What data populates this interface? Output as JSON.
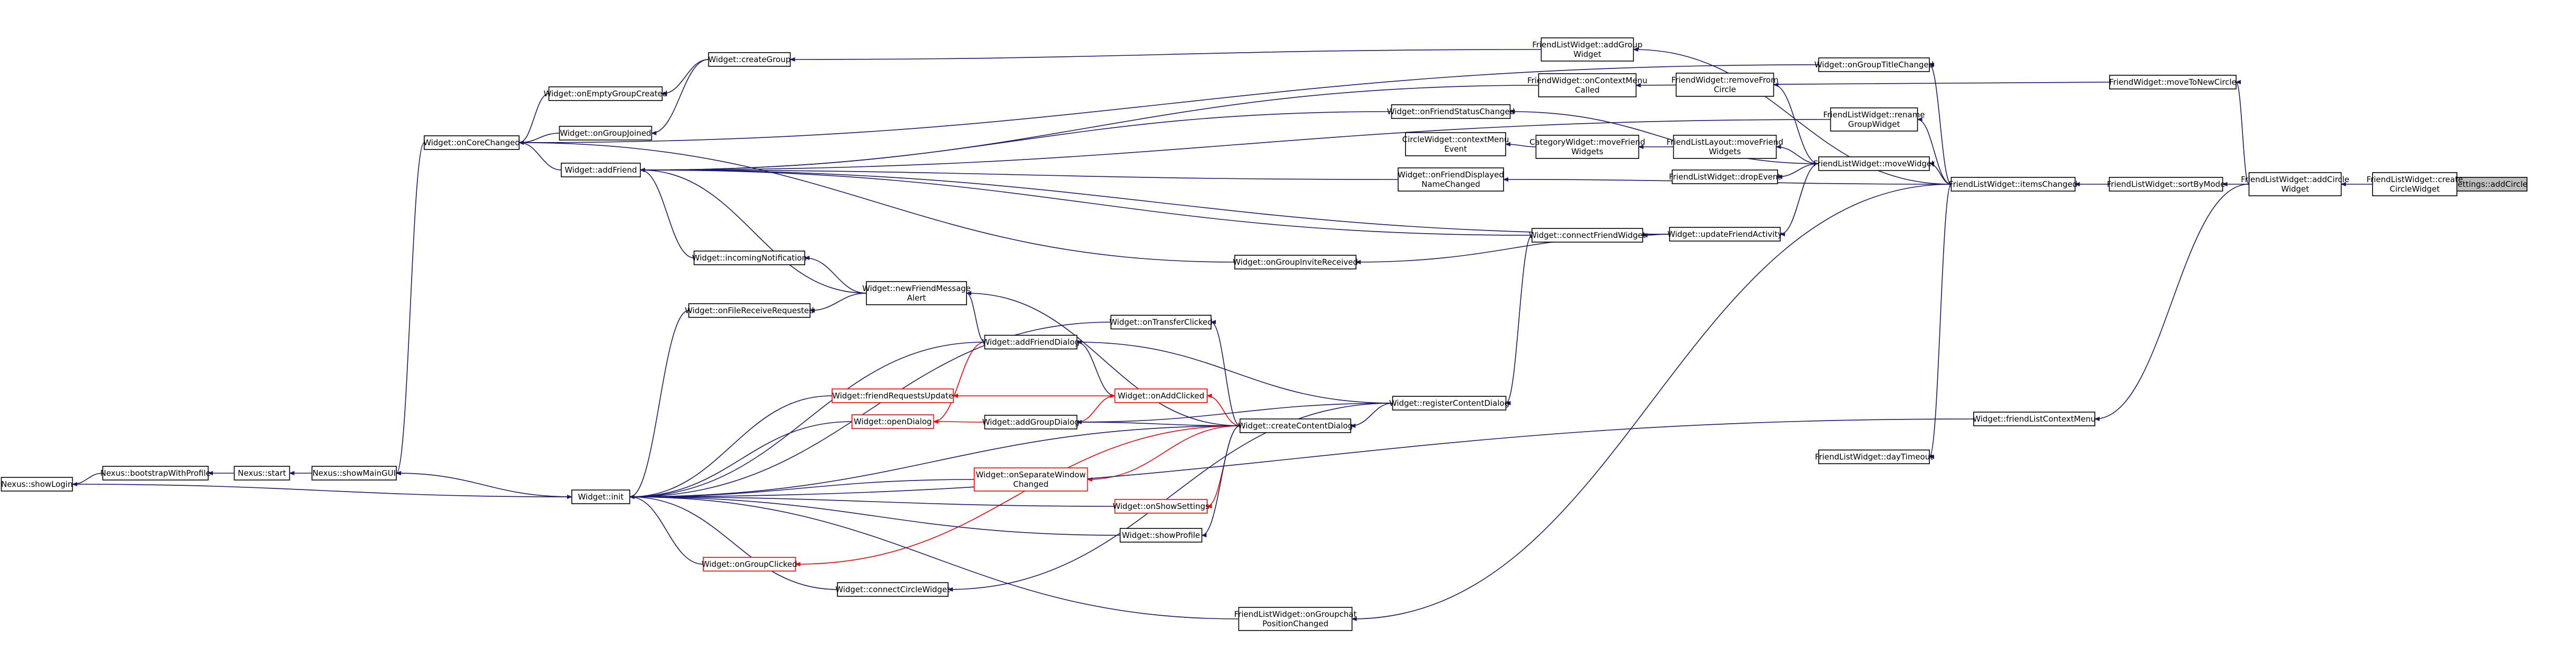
{
  "nodes": [
    {
      "id": "n1",
      "lines": [
        "Settings::addCircle"
      ],
      "style": "current"
    },
    {
      "id": "n2",
      "lines": [
        "FriendListWidget::create",
        "CircleWidget"
      ],
      "style": "normal"
    },
    {
      "id": "n3",
      "lines": [
        "FriendListWidget::addCircle",
        "Widget"
      ],
      "style": "normal"
    },
    {
      "id": "n4",
      "lines": [
        "FriendWidget::moveToNewCircle"
      ],
      "style": "normal"
    },
    {
      "id": "n5",
      "lines": [
        "FriendListWidget::sortByMode"
      ],
      "style": "normal"
    },
    {
      "id": "n6",
      "lines": [
        "Widget::friendListContextMenu"
      ],
      "style": "normal"
    },
    {
      "id": "n7",
      "lines": [
        "FriendListWidget::itemsChanged"
      ],
      "style": "normal"
    },
    {
      "id": "n8",
      "lines": [
        "Widget::onGroupTitleChanged"
      ],
      "style": "normal"
    },
    {
      "id": "n9",
      "lines": [
        "FriendListWidget::rename",
        "GroupWidget"
      ],
      "style": "normal"
    },
    {
      "id": "n10",
      "lines": [
        "FriendListWidget::moveWidget"
      ],
      "style": "normal"
    },
    {
      "id": "n11",
      "lines": [
        "FriendListWidget::dayTimeout"
      ],
      "style": "normal"
    },
    {
      "id": "n12",
      "lines": [
        "FriendListWidget::addGroup",
        "Widget"
      ],
      "style": "normal"
    },
    {
      "id": "n13",
      "lines": [
        "FriendWidget::onContextMenu",
        "Called"
      ],
      "style": "normal"
    },
    {
      "id": "n14",
      "lines": [
        "FriendWidget::removeFrom",
        "Circle"
      ],
      "style": "normal"
    },
    {
      "id": "n15",
      "lines": [
        "FriendListLayout::moveFriend",
        "Widgets"
      ],
      "style": "normal"
    },
    {
      "id": "n16",
      "lines": [
        "FriendListWidget::dropEvent"
      ],
      "style": "normal"
    },
    {
      "id": "n17",
      "lines": [
        "Widget::updateFriendActivity"
      ],
      "style": "normal"
    },
    {
      "id": "n18",
      "lines": [
        "CategoryWidget::moveFriend",
        "Widgets"
      ],
      "style": "normal"
    },
    {
      "id": "n19",
      "lines": [
        "CircleWidget::contextMenu",
        "Event"
      ],
      "style": "normal"
    },
    {
      "id": "n20",
      "lines": [
        "Widget::connectFriendWidget"
      ],
      "style": "normal"
    },
    {
      "id": "n21",
      "lines": [
        "Widget::registerContentDialog"
      ],
      "style": "normal"
    },
    {
      "id": "n22",
      "lines": [
        "Widget::onFriendStatusChanged"
      ],
      "style": "normal"
    },
    {
      "id": "n23",
      "lines": [
        "Widget::onFriendDisplayed",
        "NameChanged"
      ],
      "style": "normal"
    },
    {
      "id": "n24",
      "lines": [
        "Widget::onGroupInviteReceived"
      ],
      "style": "normal"
    },
    {
      "id": "n25",
      "lines": [
        "Widget::createGroup"
      ],
      "style": "normal"
    },
    {
      "id": "n26",
      "lines": [
        "Widget::onEmptyGroupCreated"
      ],
      "style": "normal"
    },
    {
      "id": "n27",
      "lines": [
        "Widget::onGroupJoined"
      ],
      "style": "normal"
    },
    {
      "id": "n28",
      "lines": [
        "Widget::onCoreChanged"
      ],
      "style": "normal"
    },
    {
      "id": "n29",
      "lines": [
        "Widget::addFriend"
      ],
      "style": "normal"
    },
    {
      "id": "n30",
      "lines": [
        "Widget::incomingNotification"
      ],
      "style": "normal"
    },
    {
      "id": "n31",
      "lines": [
        "Widget::newFriendMessage",
        "Alert"
      ],
      "style": "normal"
    },
    {
      "id": "n32",
      "lines": [
        "Widget::onFileReceiveRequested"
      ],
      "style": "normal"
    },
    {
      "id": "n33",
      "lines": [
        "Widget::onTransferClicked"
      ],
      "style": "normal"
    },
    {
      "id": "n34",
      "lines": [
        "Widget::addFriendDialog"
      ],
      "style": "normal"
    },
    {
      "id": "n35",
      "lines": [
        "Widget::onAddClicked"
      ],
      "style": "red"
    },
    {
      "id": "n36",
      "lines": [
        "Widget::friendRequestsUpdate"
      ],
      "style": "red"
    },
    {
      "id": "n37",
      "lines": [
        "Widget::openDialog"
      ],
      "style": "red"
    },
    {
      "id": "n38",
      "lines": [
        "Widget::addGroupDialog"
      ],
      "style": "normal"
    },
    {
      "id": "n39",
      "lines": [
        "Widget::createContentDialog"
      ],
      "style": "normal"
    },
    {
      "id": "n40",
      "lines": [
        "Widget::onSeparateWindow",
        "Changed"
      ],
      "style": "red"
    },
    {
      "id": "n41",
      "lines": [
        "Widget::onShowSettings"
      ],
      "style": "red"
    },
    {
      "id": "n42",
      "lines": [
        "Widget::showProfile"
      ],
      "style": "normal"
    },
    {
      "id": "n43",
      "lines": [
        "Widget::onGroupClicked"
      ],
      "style": "red"
    },
    {
      "id": "n44",
      "lines": [
        "Widget::connectCircleWidget"
      ],
      "style": "normal"
    },
    {
      "id": "n45",
      "lines": [
        "FriendListWidget::onGroupchat",
        "PositionChanged"
      ],
      "style": "normal"
    },
    {
      "id": "n46",
      "lines": [
        "Widget::init"
      ],
      "style": "normal"
    },
    {
      "id": "n47",
      "lines": [
        "Nexus::showMainGUI"
      ],
      "style": "normal"
    },
    {
      "id": "n48",
      "lines": [
        "Nexus::start"
      ],
      "style": "normal"
    },
    {
      "id": "n49",
      "lines": [
        "Nexus::bootstrapWithProfile"
      ],
      "style": "normal"
    },
    {
      "id": "n50",
      "lines": [
        "Nexus::showLogin"
      ],
      "style": "normal"
    }
  ],
  "edges": [
    {
      "from": "n2",
      "to": "n1"
    },
    {
      "from": "n3",
      "to": "n2"
    },
    {
      "from": "n4",
      "to": "n3"
    },
    {
      "from": "n5",
      "to": "n3"
    },
    {
      "from": "n6",
      "to": "n3"
    },
    {
      "from": "n7",
      "to": "n5"
    },
    {
      "from": "n8",
      "to": "n7"
    },
    {
      "from": "n9",
      "to": "n7"
    },
    {
      "from": "n10",
      "to": "n7"
    },
    {
      "from": "n11",
      "to": "n7"
    },
    {
      "from": "n12",
      "to": "n7"
    },
    {
      "from": "n13",
      "to": "n4"
    },
    {
      "from": "n14",
      "to": "n10"
    },
    {
      "from": "n15",
      "to": "n10"
    },
    {
      "from": "n16",
      "to": "n10"
    },
    {
      "from": "n17",
      "to": "n10"
    },
    {
      "from": "n18",
      "to": "n15"
    },
    {
      "from": "n19",
      "to": "n18"
    },
    {
      "from": "n20",
      "to": "n17"
    },
    {
      "from": "n21",
      "to": "n20"
    },
    {
      "from": "n22",
      "to": "n10"
    },
    {
      "from": "n23",
      "to": "n7"
    },
    {
      "from": "n24",
      "to": "n17"
    },
    {
      "from": "n25",
      "to": "n12"
    },
    {
      "from": "n26",
      "to": "n25"
    },
    {
      "from": "n27",
      "to": "n25"
    },
    {
      "from": "n28",
      "to": "n26"
    },
    {
      "from": "n28",
      "to": "n27"
    },
    {
      "from": "n28",
      "to": "n8"
    },
    {
      "from": "n28",
      "to": "n29"
    },
    {
      "from": "n29",
      "to": "n13"
    },
    {
      "from": "n29",
      "to": "n9"
    },
    {
      "from": "n29",
      "to": "n22"
    },
    {
      "from": "n29",
      "to": "n23"
    },
    {
      "from": "n29",
      "to": "n17"
    },
    {
      "from": "n29",
      "to": "n20"
    },
    {
      "from": "n29",
      "to": "n30"
    },
    {
      "from": "n29",
      "to": "n31"
    },
    {
      "from": "n30",
      "to": "n31"
    },
    {
      "from": "n28",
      "to": "n24"
    },
    {
      "from": "n32",
      "to": "n31"
    },
    {
      "from": "n31",
      "to": "n34"
    },
    {
      "from": "n31",
      "to": "n39"
    },
    {
      "from": "n33",
      "to": "n39"
    },
    {
      "from": "n34",
      "to": "n35"
    },
    {
      "from": "n34",
      "to": "n21"
    },
    {
      "from": "n35",
      "to": "n38",
      "style": "red"
    },
    {
      "from": "n35",
      "to": "n39",
      "style": "red"
    },
    {
      "from": "n36",
      "to": "n35",
      "style": "red"
    },
    {
      "from": "n37",
      "to": "n34",
      "style": "red"
    },
    {
      "from": "n37",
      "to": "n38",
      "style": "red"
    },
    {
      "from": "n38",
      "to": "n39"
    },
    {
      "from": "n38",
      "to": "n21"
    },
    {
      "from": "n39",
      "to": "n21"
    },
    {
      "from": "n40",
      "to": "n39",
      "style": "red"
    },
    {
      "from": "n41",
      "to": "n39",
      "style": "red"
    },
    {
      "from": "n42",
      "to": "n39"
    },
    {
      "from": "n43",
      "to": "n39",
      "style": "red"
    },
    {
      "from": "n44",
      "to": "n21"
    },
    {
      "from": "n45",
      "to": "n7"
    },
    {
      "from": "n46",
      "to": "n32"
    },
    {
      "from": "n46",
      "to": "n33"
    },
    {
      "from": "n46",
      "to": "n34"
    },
    {
      "from": "n46",
      "to": "n36"
    },
    {
      "from": "n46",
      "to": "n37"
    },
    {
      "from": "n46",
      "to": "n40"
    },
    {
      "from": "n46",
      "to": "n41"
    },
    {
      "from": "n46",
      "to": "n42"
    },
    {
      "from": "n46",
      "to": "n43"
    },
    {
      "from": "n46",
      "to": "n44"
    },
    {
      "from": "n46",
      "to": "n45"
    },
    {
      "from": "n46",
      "to": "n6"
    },
    {
      "from": "n46",
      "to": "n39"
    },
    {
      "from": "n47",
      "to": "n46"
    },
    {
      "from": "n47",
      "to": "n28"
    },
    {
      "from": "n48",
      "to": "n47"
    },
    {
      "from": "n49",
      "to": "n48"
    },
    {
      "from": "n50",
      "to": "n49"
    },
    {
      "from": "n46",
      "to": "n50"
    }
  ]
}
